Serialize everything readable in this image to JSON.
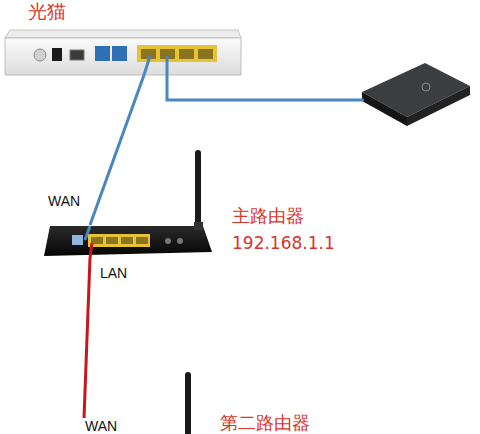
{
  "diagram": {
    "nodes": [
      {
        "text": [
          "光猫"
        ]
      },
      {
        "text": [
          "主路由器",
          "192.168.1.1"
        ]
      },
      {
        "text": [
          "第二路由器"
        ]
      }
    ],
    "edges": [
      {
        "from": 0,
        "to": 1,
        "arrow": "none"
      },
      {
        "from": 1,
        "to": 2,
        "arrow": "none"
      }
    ],
    "labels": [
      "WAN",
      "LAN",
      "WAN"
    ]
  }
}
